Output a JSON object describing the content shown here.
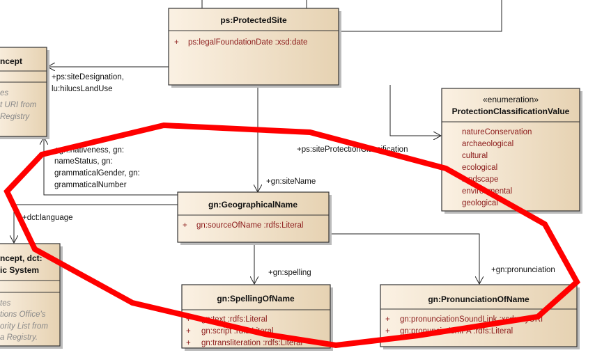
{
  "classes": {
    "protected_site": {
      "name": "ps:ProtectedSite",
      "attributes": [
        {
          "vis": "+",
          "text": "ps:legalFoundationDate  :xsd:date"
        }
      ]
    },
    "concept_left": {
      "name": "ncept",
      "notes": [
        "es",
        "t URI from",
        "Registry"
      ]
    },
    "protection_classification": {
      "stereotype": "«enumeration»",
      "name": "ProtectionClassificationValue",
      "literals": [
        "natureConservation",
        "archaeological",
        "cultural",
        "ecological",
        "landscape",
        "environmental",
        "geological"
      ]
    },
    "geographical_name": {
      "name": "gn:GeographicalName",
      "attributes": [
        {
          "vis": "+",
          "text": "gn:sourceOfName  :rdfs:Literal"
        }
      ]
    },
    "concept_bottom_left": {
      "name_lines": [
        "ncept, dct:",
        "ic System"
      ],
      "notes": [
        "tes",
        "tions Office's",
        "ority List from",
        "a Registry."
      ]
    },
    "spelling_of_name": {
      "name": "gn:SpellingOfName",
      "attributes": [
        {
          "vis": "+",
          "text": "gn:text  :rdfs:Literal"
        },
        {
          "vis": "+",
          "text": "gn:script  :rdfs:Literal"
        },
        {
          "vis": "+",
          "text": "gn:transliteration  :rdfs:Literal"
        }
      ]
    },
    "pronunciation_of_name": {
      "name": "gn:PronunciationOfName",
      "attributes": [
        {
          "vis": "+",
          "text": "gn:pronunciationSoundLink  :xsd:anyURI"
        },
        {
          "vis": "+",
          "text": "gn:pronunciationIPA  :rdfs:Literal"
        }
      ]
    }
  },
  "roles": {
    "site_designation": [
      "+ps:siteDesignation,",
      "lu:hilucsLandUse"
    ],
    "nativeness": [
      "+gn:nativeness, gn:",
      "nameStatus, gn:",
      "grammaticalGender, gn:",
      "grammaticalNumber"
    ],
    "site_name": "+gn:siteName",
    "site_protection_classification": "+ps:siteProtectionClassification",
    "language": "+dct:language",
    "spelling": "+gn:spelling",
    "pronunciation": "+gn:pronunciation"
  },
  "colors": {
    "box_fill_light": "#fbf1e3",
    "box_fill_dark": "#e9d6b8",
    "attribute_text": "#8b1a1a",
    "annotation": "#ff0000"
  }
}
